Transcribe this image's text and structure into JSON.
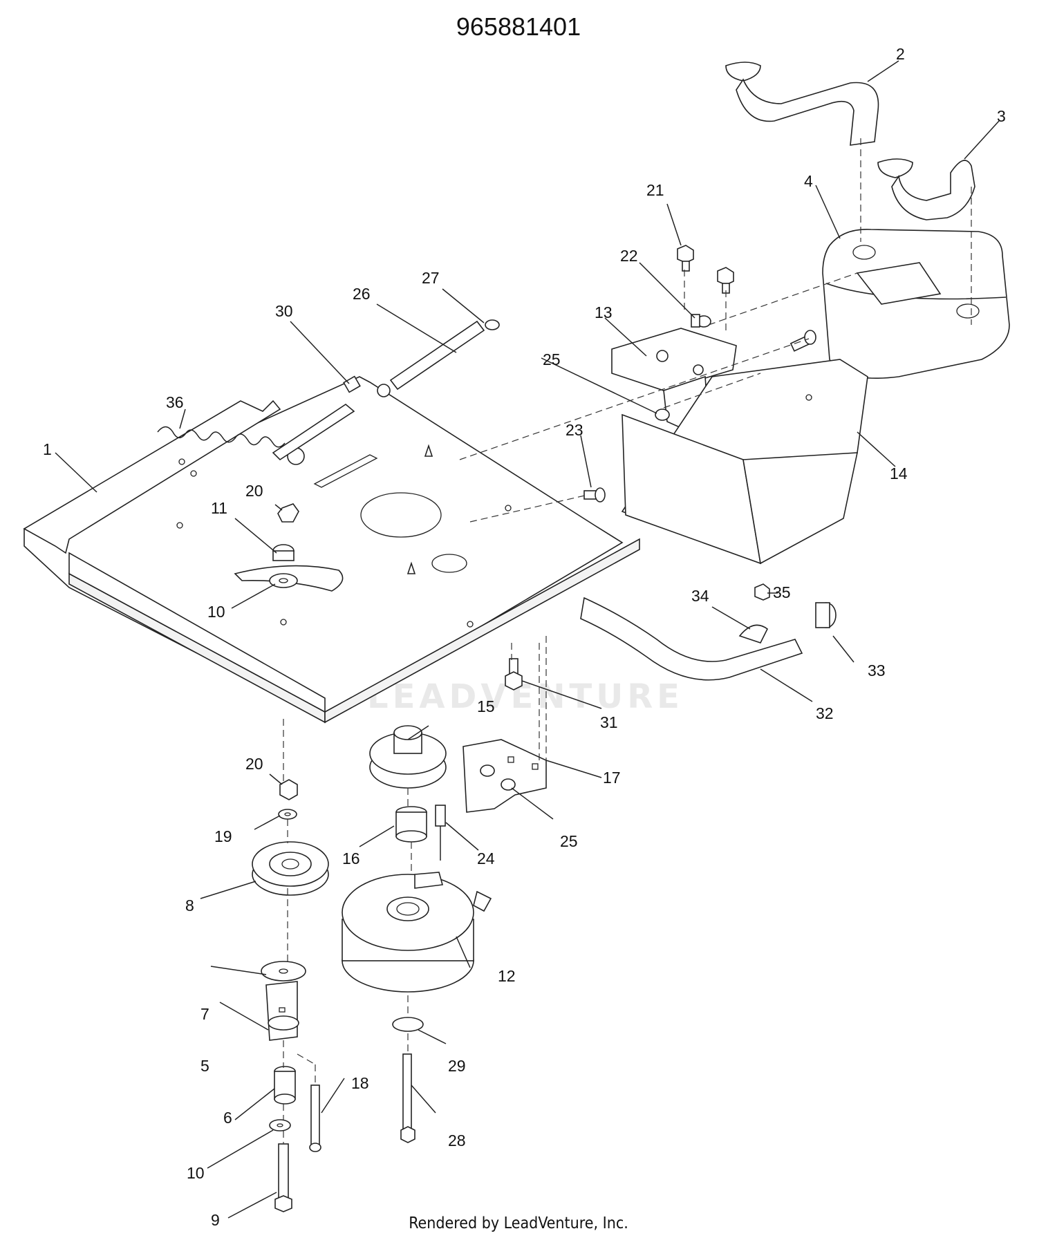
{
  "title": "965881401",
  "footer": "Rendered by LeadVenture, Inc.",
  "watermark": "LEADVENTURE",
  "callouts": {
    "c1": "1",
    "c2": "2",
    "c3": "3",
    "c4": "4",
    "c5": "5",
    "c6": "6",
    "c7": "7",
    "c8": "8",
    "c9": "9",
    "c10a": "10",
    "c10b": "10",
    "c11": "11",
    "c12": "12",
    "c13": "13",
    "c14": "14",
    "c15": "15",
    "c16": "16",
    "c17": "17",
    "c18": "18",
    "c19": "19",
    "c20a": "20",
    "c20b": "20",
    "c21": "21",
    "c22": "22",
    "c23": "23",
    "c24": "24",
    "c25a": "25",
    "c25b": "25",
    "c26": "26",
    "c27": "27",
    "c28": "28",
    "c29": "29",
    "c30": "30",
    "c31": "31",
    "c32": "32",
    "c33": "33",
    "c34": "34",
    "c35": "35",
    "c36": "36"
  }
}
